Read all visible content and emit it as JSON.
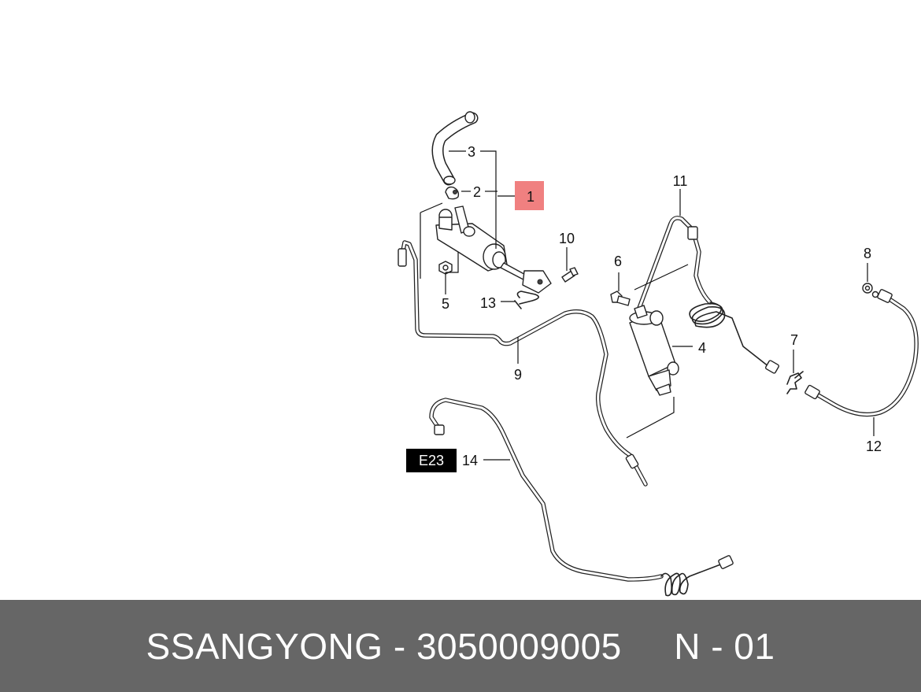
{
  "diagram": {
    "callouts": {
      "c1": "1",
      "c2": "2",
      "c3": "3",
      "c4": "4",
      "c5": "5",
      "c6": "6",
      "c7": "7",
      "c8": "8",
      "c9": "9",
      "c10": "10",
      "c11": "11",
      "c12": "12",
      "c13": "13",
      "c14": "14"
    },
    "ref_tag": "E23",
    "highlight_color": "#f08080"
  },
  "footer": {
    "brand": "SSANGYONG",
    "separator": "-",
    "part_number": "3050009005",
    "page_code": "N - 01",
    "background": "#666666"
  }
}
